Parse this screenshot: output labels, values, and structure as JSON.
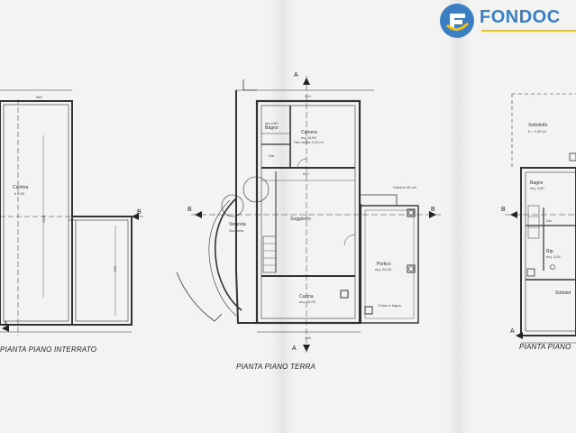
{
  "brand": {
    "name": "FONDOC",
    "color_blue": "#3b7fc2",
    "color_yellow": "#f2c014"
  },
  "plans": {
    "interrato": {
      "title": "PIANTA PIANO INTERRATO",
      "room_name": "Cantina",
      "room_height": "h 2,30",
      "dim_top": "660",
      "dim_side": "1101",
      "dim_right": "700",
      "section_a": "A",
      "section_b": "B"
    },
    "terra": {
      "title": "PIANTA PIANO TERRA",
      "camera_name": "Camera",
      "camera_area": "mq 18,60",
      "camera_height": "Hm media 3,10 ml",
      "bagno_name": "Bagno",
      "bagno_area": "mq 4,80",
      "dis": "Dis.",
      "soggiorno": "Soggiorno",
      "veranda": "Veranda",
      "veranda_sub": "Scoperta",
      "portico": "Portico",
      "portico_area": "mq. 24,09",
      "cucina": "Cucina",
      "cucina_area": "mq. 15,00",
      "camino": "Camino\n40 cm",
      "forno": "Forno e legna",
      "dim_top": "312",
      "dim_mid": "640",
      "dim_bottom": "416",
      "section_a": "A",
      "section_b": "B"
    },
    "primo": {
      "title": "PIANTA PIANO",
      "sottotetto": "Sottotetto",
      "sottotetto_h": "h < 1,50 ml",
      "bagno": "Bagno",
      "bagno_area": "mq. 4,80",
      "dis": "Dis.",
      "rip": "Rip.",
      "rip_area": "mq. 3,25",
      "sottotetto2": "Sottotet",
      "section_a": "A",
      "section_b": "B"
    }
  }
}
